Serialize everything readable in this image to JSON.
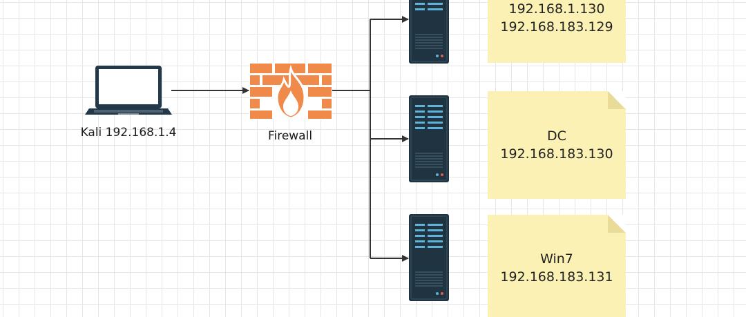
{
  "nodes": {
    "attacker": {
      "label": "Kali 192.168.1.4",
      "icon": "laptop-icon"
    },
    "firewall": {
      "label": "Firewall",
      "icon": "firewall-icon"
    },
    "servers": [
      {
        "icon": "server-icon",
        "lines": [
          "192.168.1.130",
          "192.168.183.129"
        ]
      },
      {
        "icon": "server-icon",
        "lines": [
          "DC",
          "192.168.183.130"
        ]
      },
      {
        "icon": "server-icon",
        "lines": [
          "Win7",
          "192.168.183.131"
        ]
      }
    ]
  },
  "connections": [
    {
      "from": "attacker",
      "to": "firewall"
    },
    {
      "from": "firewall",
      "to": "servers.0"
    },
    {
      "from": "firewall",
      "to": "servers.1"
    },
    {
      "from": "firewall",
      "to": "servers.2"
    }
  ],
  "colors": {
    "grid": "#e6e6e6",
    "note_fill": "#fbf1b4",
    "firewall_brick": "#f08a4b",
    "server_body": "#1f3340",
    "server_accent": "#5fb3d9",
    "laptop_frame": "#23394a",
    "wire": "#333333"
  }
}
